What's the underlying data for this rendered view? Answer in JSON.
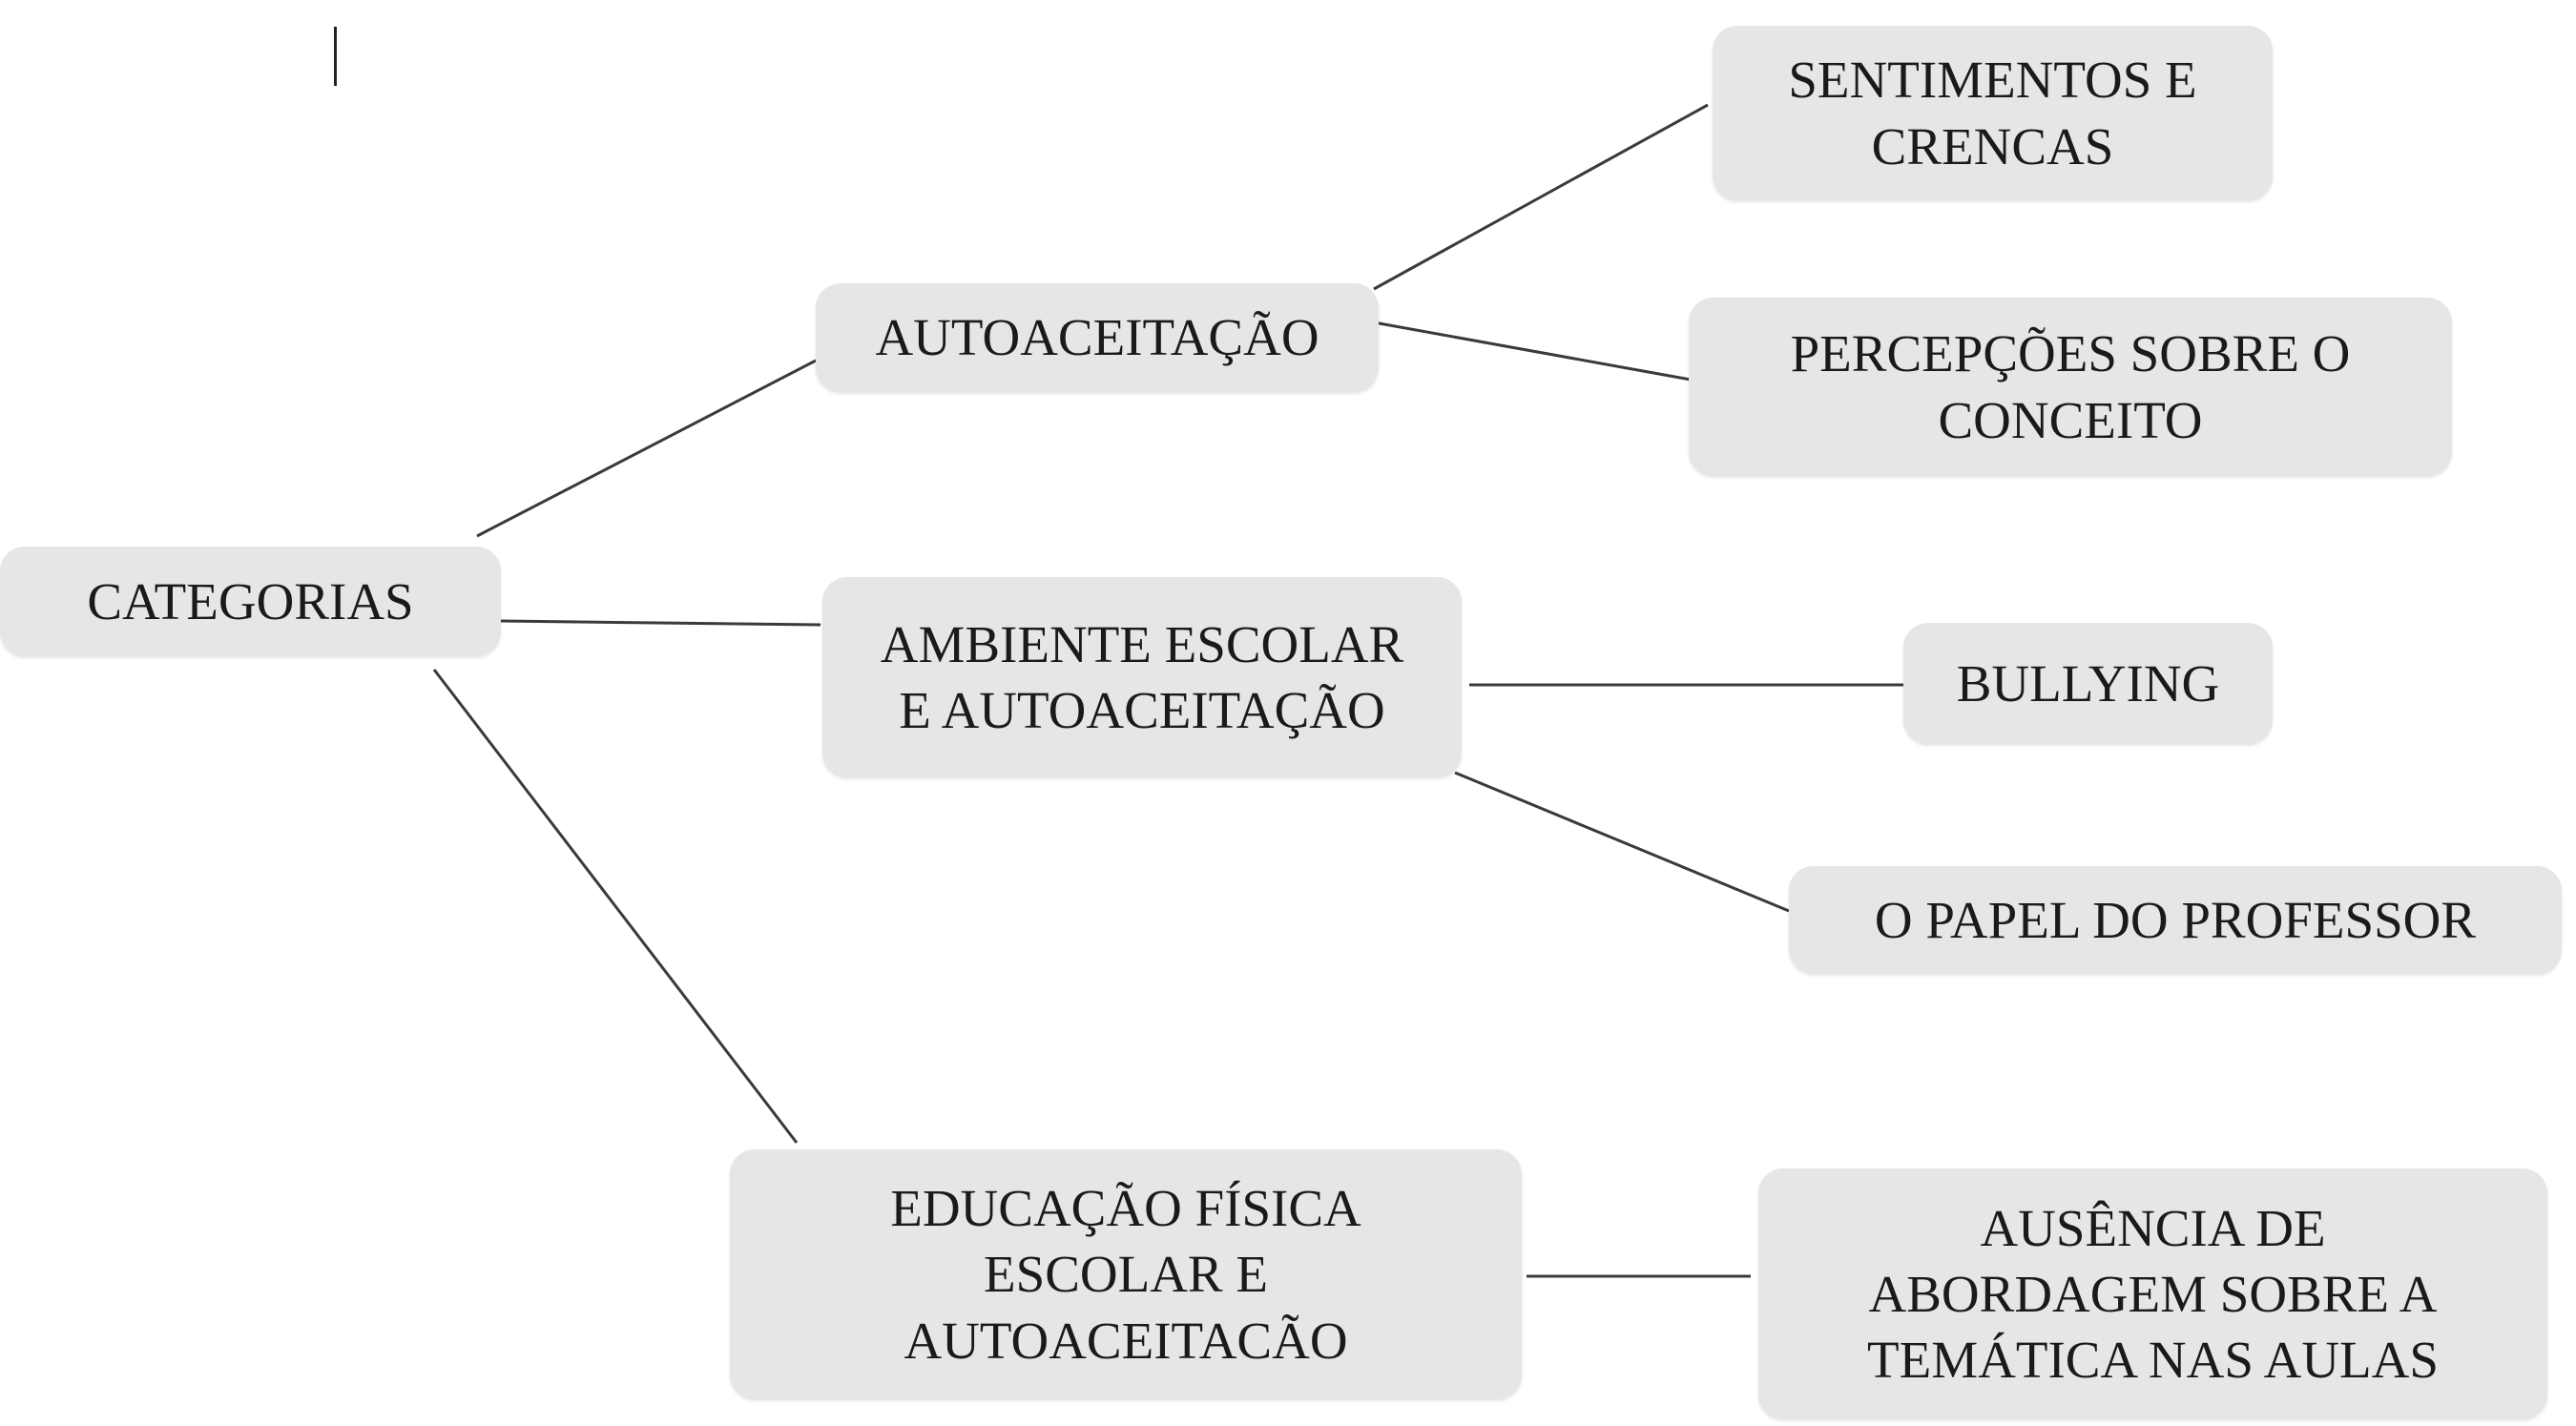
{
  "diagram": {
    "root": {
      "label": "CATEGORIAS"
    },
    "categories": [
      {
        "label": "AUTOACEITAÇÃO",
        "subcategories": [
          {
            "label": "SENTIMENTOS E\nCRENCAS"
          },
          {
            "label": "PERCEPÇÕES SOBRE O\nCONCEITO"
          }
        ]
      },
      {
        "label": "AMBIENTE ESCOLAR\nE AUTOACEITAÇÃO",
        "subcategories": [
          {
            "label": "BULLYING"
          },
          {
            "label": "O PAPEL DO PROFESSOR"
          }
        ]
      },
      {
        "label": "EDUCAÇÃO FÍSICA\nESCOLAR E\nAUTOACEITACÃO",
        "subcategories": [
          {
            "label": "AUSÊNCIA DE\nABORDAGEM SOBRE A\nTEMÁTICA NAS AULAS"
          }
        ]
      }
    ]
  },
  "colors": {
    "node_fill": "#e6e6e6",
    "edge": "#3a3a3a",
    "text": "#1a1a1a"
  }
}
